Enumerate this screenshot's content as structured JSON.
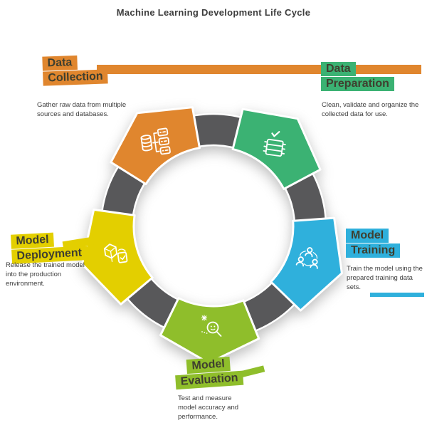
{
  "title": "Machine Learning Development Life Cycle",
  "ring_color": "#58585a",
  "text_color": "#3e3e3e",
  "steps": [
    {
      "name": "Data Collection",
      "heading_line1": "Data",
      "heading_line2": "Collection",
      "color": "#e0862e",
      "description": "Gather raw data from multiple sources and databases.",
      "icon": "database-sync-icon"
    },
    {
      "name": "Data Preparation",
      "heading_line1": "Data",
      "heading_line2": "Preparation",
      "color": "#3bb273",
      "description": "Clean, validate and organize the collected data for use.",
      "icon": "table-check-icon"
    },
    {
      "name": "Model Training",
      "heading_line1": "Model",
      "heading_line2": "Training",
      "color": "#2fb0dc",
      "description": "Train the model using the prepared training data sets.",
      "icon": "team-network-icon"
    },
    {
      "name": "Model Evaluation",
      "heading_line1": "Model",
      "heading_line2": "Evaluation",
      "color": "#8fbe2b",
      "description": "Test and measure model accuracy and performance.",
      "icon": "search-insights-icon"
    },
    {
      "name": "Model Deployment",
      "heading_line1": "Model",
      "heading_line2": "Deployment",
      "color": "#e3cf00",
      "description": "Release the trained model into the production environment.",
      "icon": "package-check-icon"
    }
  ]
}
